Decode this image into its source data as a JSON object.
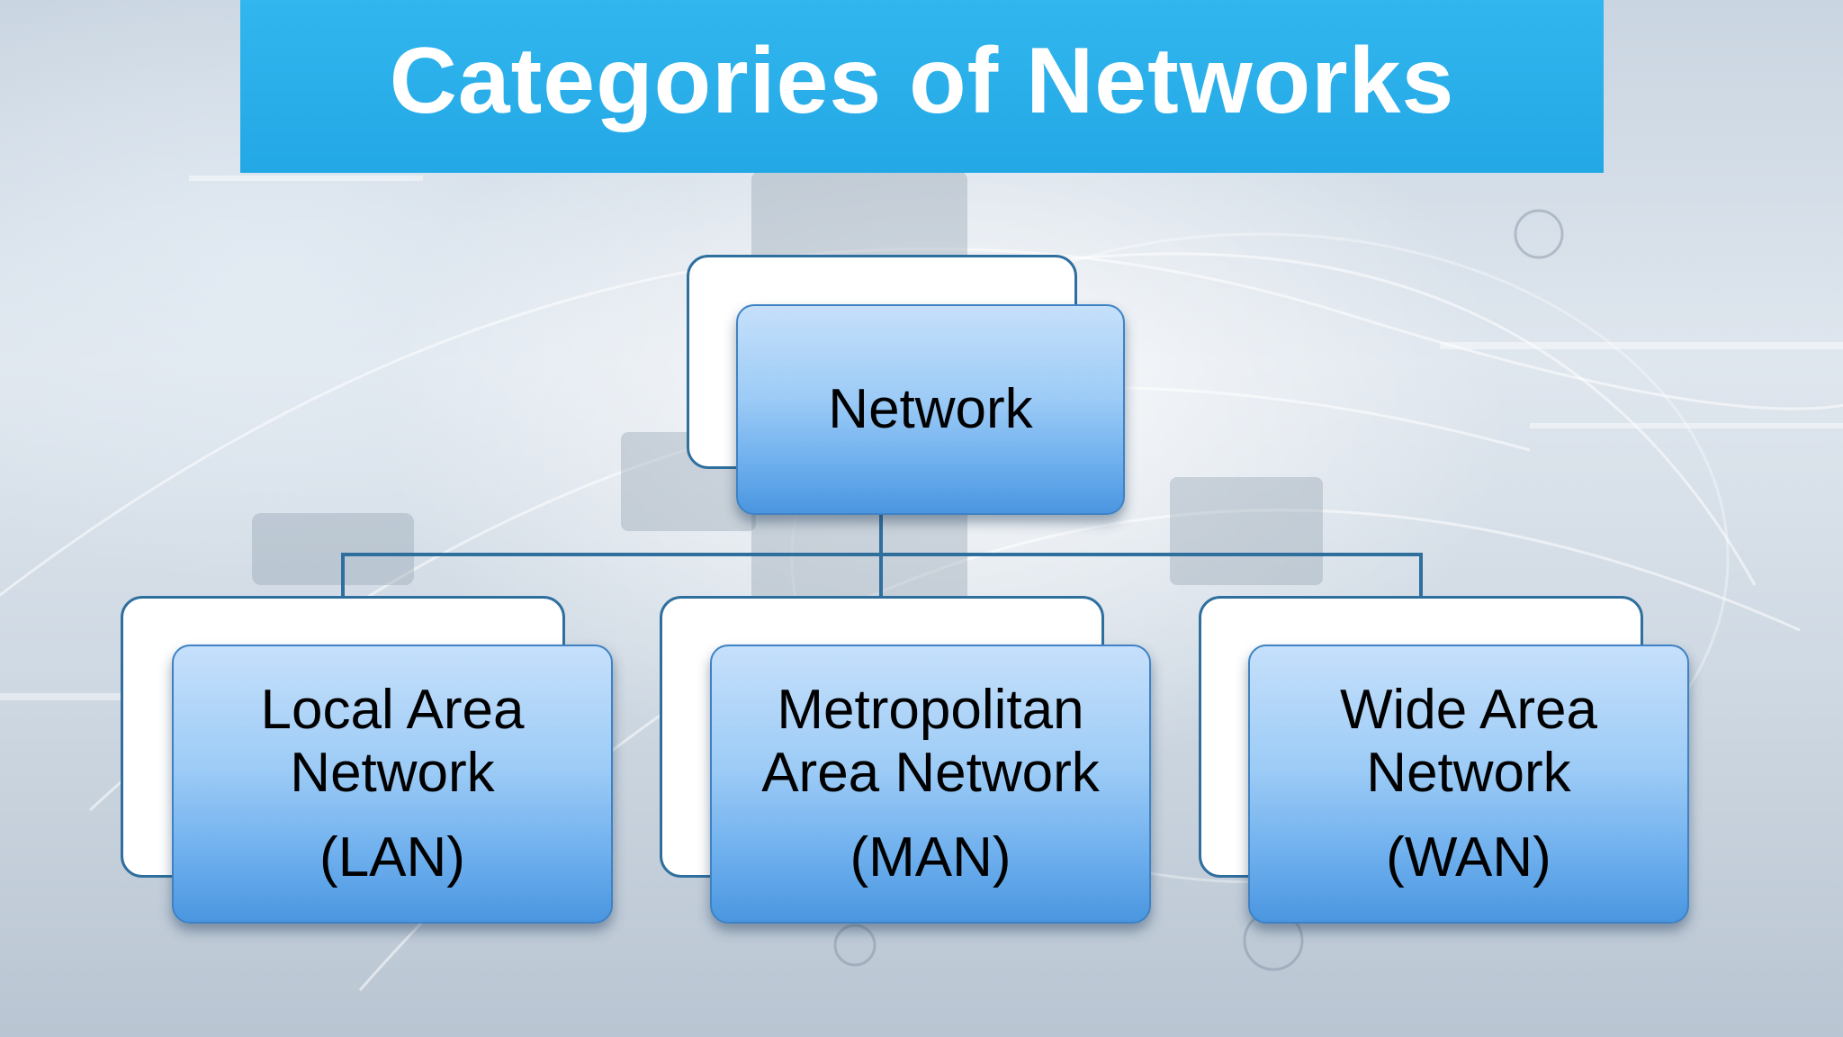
{
  "slide": {
    "title": "Categories of Networks"
  },
  "diagram": {
    "root": {
      "label": "Network"
    },
    "children": [
      {
        "line1": "Local Area",
        "line2": "Network",
        "abbr": "(LAN)"
      },
      {
        "line1": "Metropolitan",
        "line2": "Area Network",
        "abbr": "(MAN)"
      },
      {
        "line1": "Wide Area",
        "line2": "Network",
        "abbr": "(WAN)"
      }
    ]
  },
  "colors": {
    "banner": "#29aee9",
    "connector": "#2f6f9e",
    "card_gradient_top": "#c6e0fb",
    "card_gradient_bottom": "#4a96e0"
  }
}
